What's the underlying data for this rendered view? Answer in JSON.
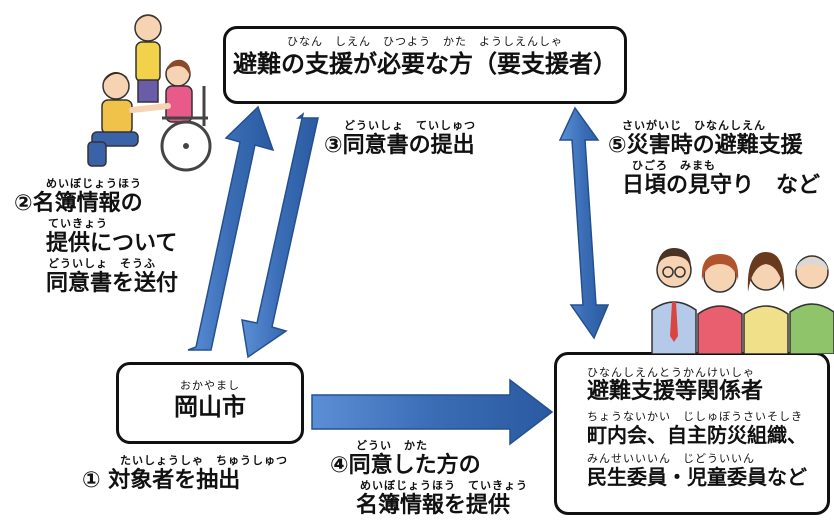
{
  "top_box": {
    "ruby": "ひなん　しえん　ひつよう　かた　ようしえんしゃ",
    "text": "避難の支援が必要な方（要支援者）"
  },
  "left_box": {
    "ruby": "おかやまし",
    "text": "岡山市"
  },
  "right_box": {
    "ruby1": "ひなんしえんとうかんけいしゃ",
    "title": "避難支援等関係者",
    "ruby2": "ちょうないかい　じしゅぼうさいそしき",
    "line2": "町内会、自主防災組織、",
    "ruby3": "みんせいいいん　じどういいん",
    "line3": "民生委員・児童委員など"
  },
  "step1": {
    "ruby": "たいしょうしゃ　ちゅうしゅつ",
    "text": "① 対象者を抽出"
  },
  "step2": {
    "ruby1": "めいぼじょうほう",
    "line1": "②名簿情報の",
    "ruby2": "ていきょう",
    "line2": "提供について",
    "ruby3": "どういしょ　そうふ",
    "line3": "同意書を送付"
  },
  "step3": {
    "ruby": "どういしょ　ていしゅつ",
    "text": "③同意書の提出"
  },
  "step4": {
    "ruby1": "どうい　かた",
    "line1": "④同意した方の",
    "ruby2": "めいぼじょうほう　ていきょう",
    "line2": "名簿情報を提供"
  },
  "step5": {
    "ruby1": "さいがいじ　ひなんしえん",
    "line1": "⑤災害時の避難支援",
    "ruby2": "ひごろ　みまも",
    "line2": "日頃の見守り　など"
  },
  "colors": {
    "arrow": "#3a6db5",
    "arrow_edge": "#24508f"
  }
}
